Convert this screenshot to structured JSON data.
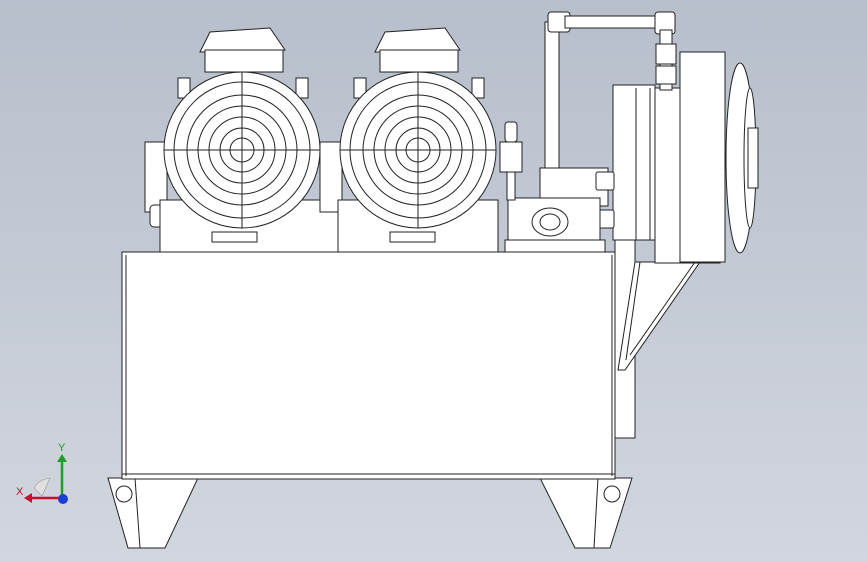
{
  "viewport": {
    "background_top": "#b7bfcc",
    "background_bottom": "#d2d6de",
    "line_color": "#222222",
    "fill_color": "#ffffff"
  },
  "model": {
    "components": [
      "hydraulic-tank",
      "electric-motor-left",
      "electric-motor-right",
      "gear-pump",
      "pipe-assembly",
      "filter-housing",
      "bracket"
    ]
  },
  "triad": {
    "x_label": "X",
    "y_label": "Y",
    "x_color": "#c8102e",
    "y_color": "#1f9d2a",
    "z_color": "#1a3fd6"
  }
}
